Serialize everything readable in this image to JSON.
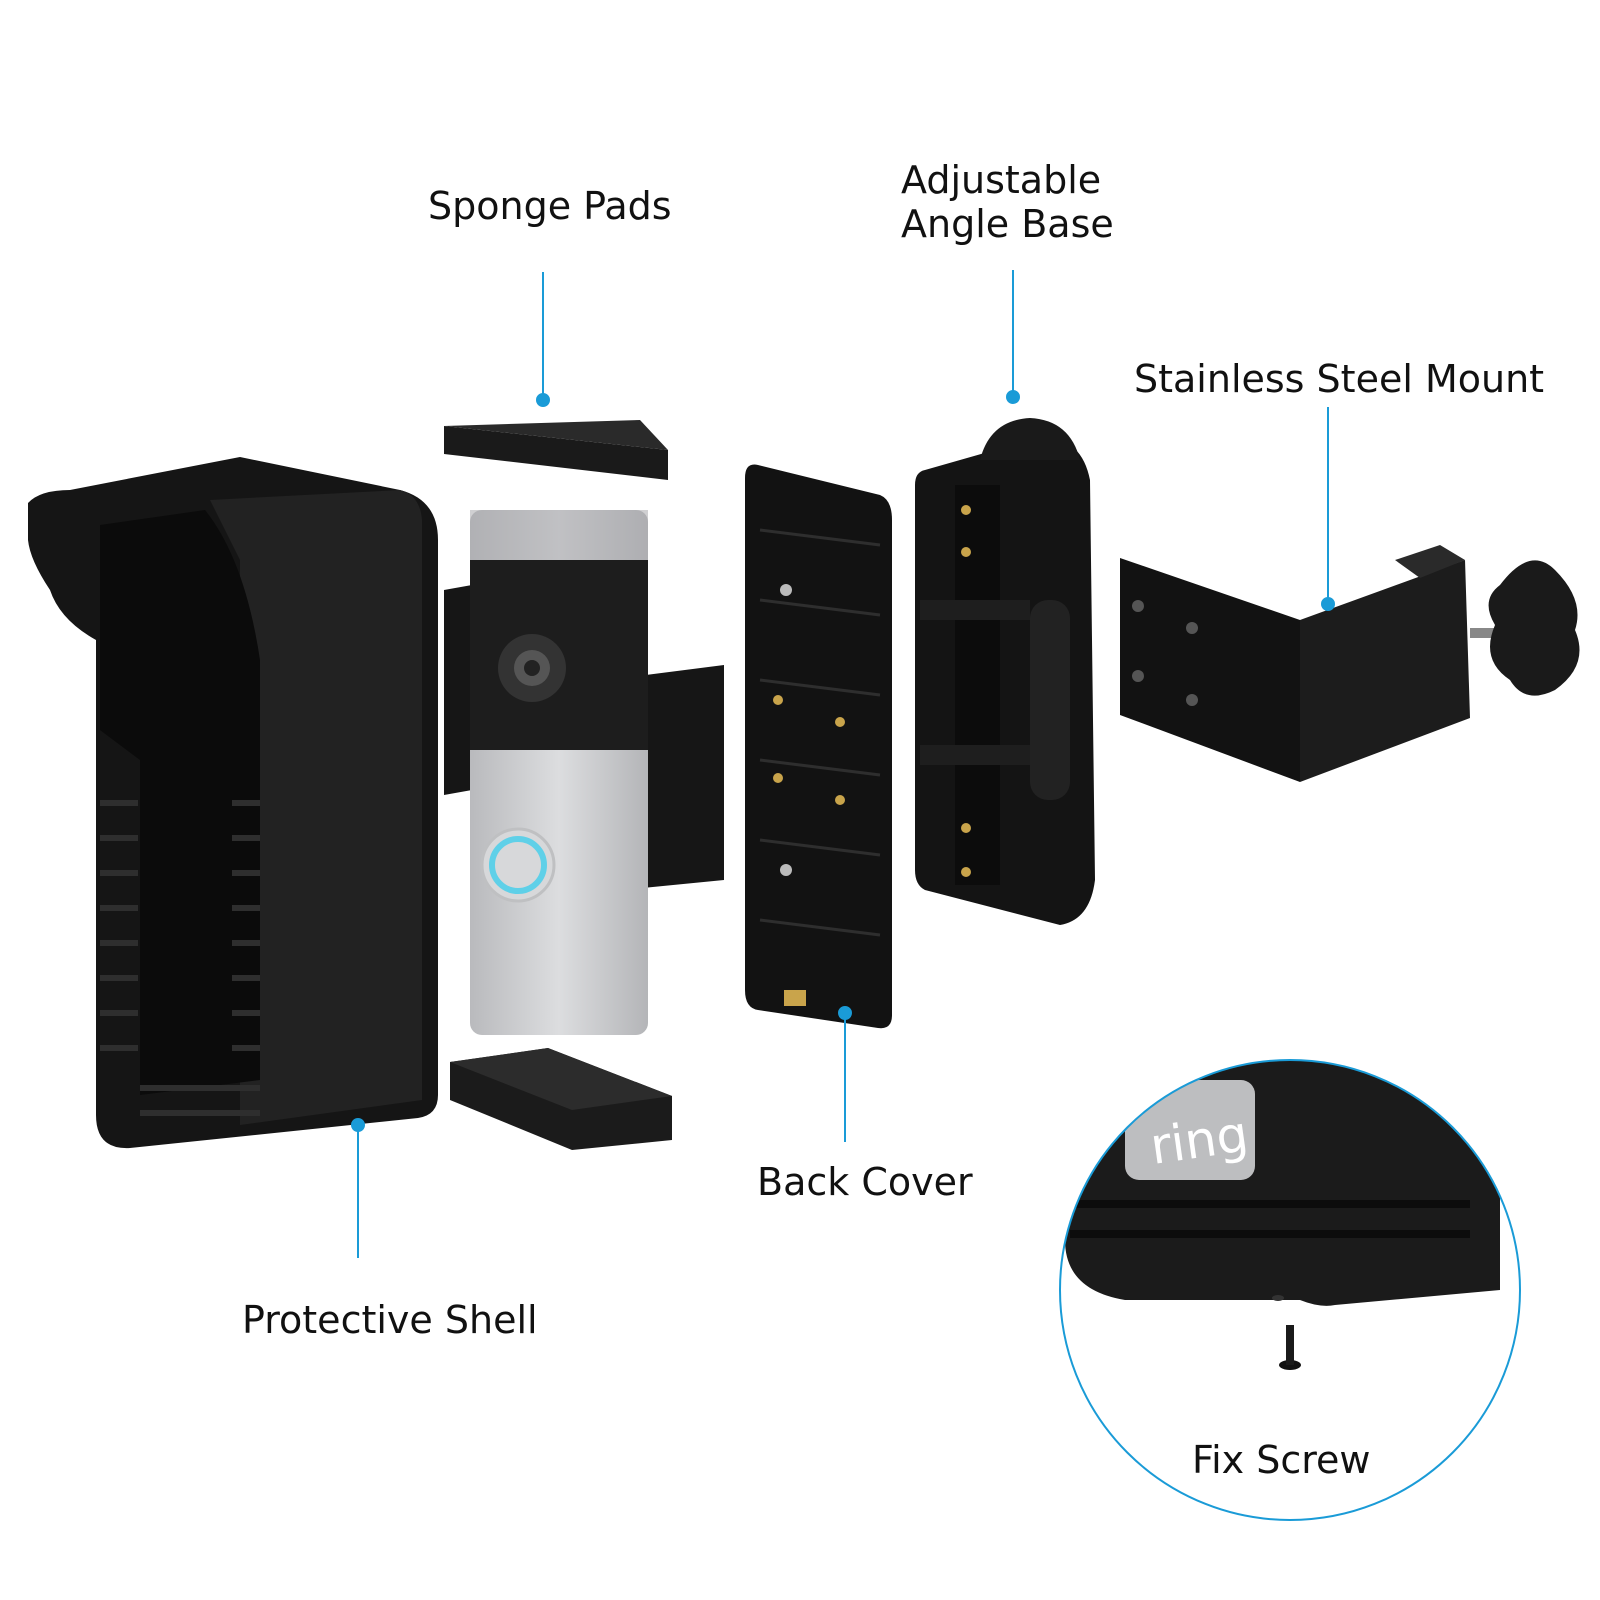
{
  "labels": {
    "sponge_pads": "Sponge Pads",
    "angle_base_line1": "Adjustable",
    "angle_base_line2": "Angle Base",
    "steel_mount": "Stainless Steel Mount",
    "back_cover": "Back Cover",
    "protective_shell": "Protective Shell",
    "fix_screw": "Fix Screw"
  },
  "inset": {
    "brand_text": "ring"
  },
  "colors": {
    "leader_line": "#1a9bd7",
    "part_black": "#1c1c1c",
    "doorbell_silver": "#c9cacc",
    "ring_glow": "#5fd0e8"
  }
}
